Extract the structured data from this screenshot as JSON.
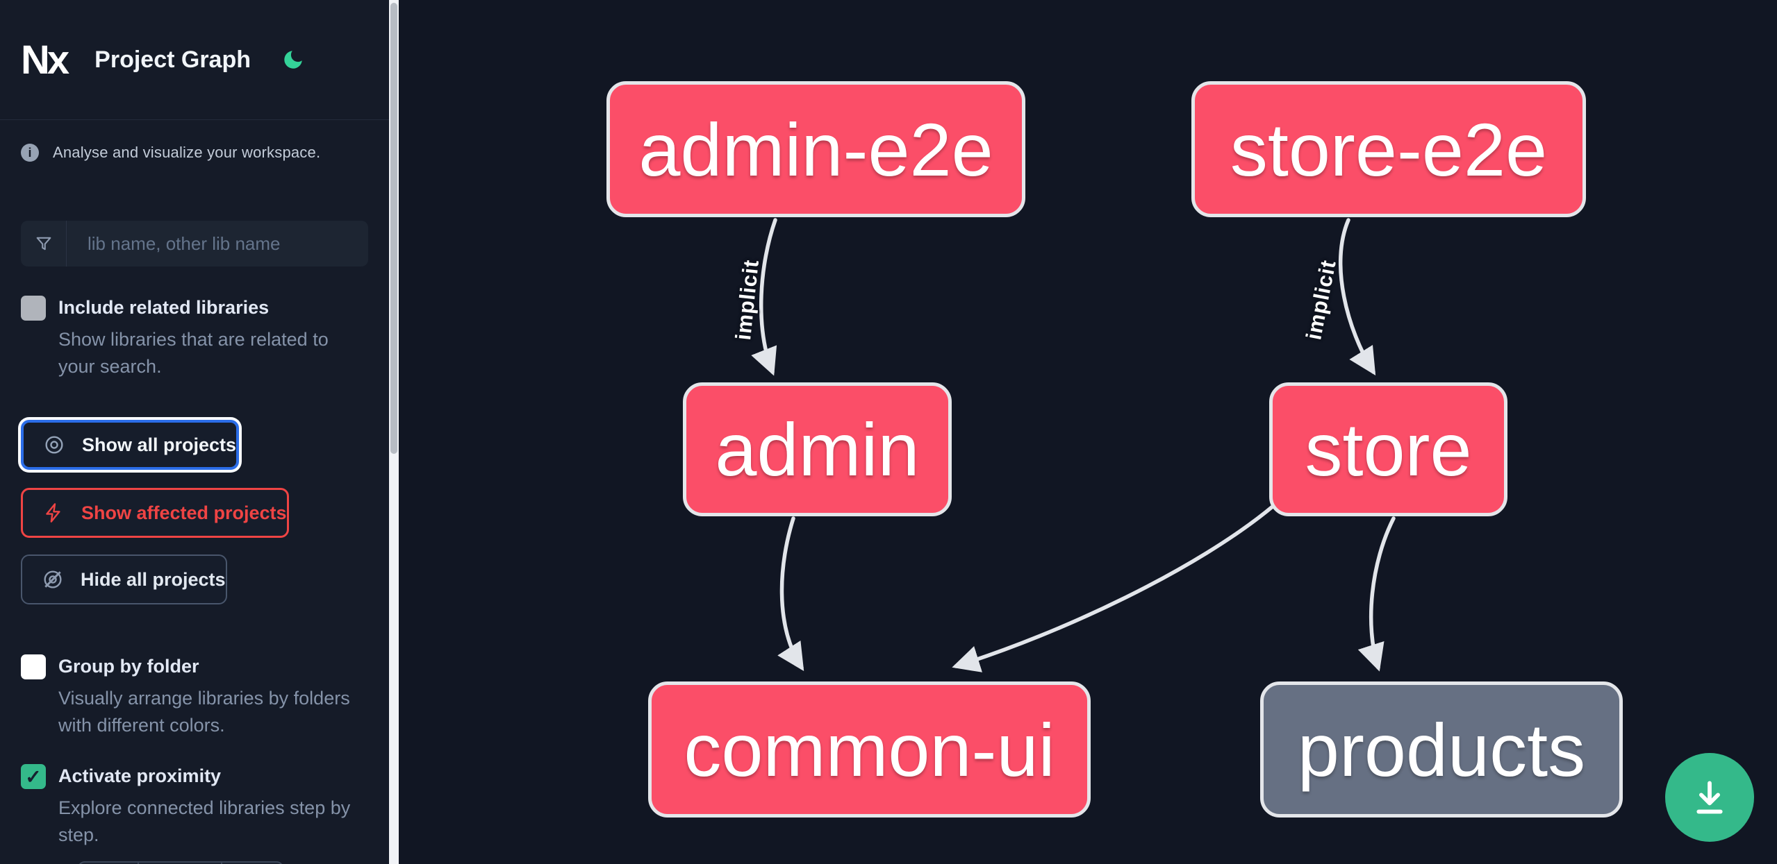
{
  "header": {
    "logo_text": "Nx",
    "title": "Project Graph",
    "theme_icon": "moon-icon"
  },
  "sidebar": {
    "tagline": "Analyse and visualize your workspace.",
    "info_icon_glyph": "i",
    "search": {
      "placeholder": "lib name, other lib name",
      "value": "",
      "icon": "funnel-icon"
    },
    "checkboxes": [
      {
        "label": "Include related libraries",
        "description": "Show libraries that are related to your search.",
        "checked": false
      },
      {
        "label": "Group by folder",
        "description": "Visually arrange libraries by folders with different colors.",
        "checked": false
      },
      {
        "label": "Activate proximity",
        "description": "Explore connected libraries step by step.",
        "checked": true,
        "check_glyph": "✓"
      }
    ],
    "buttons": [
      {
        "label": "Show all projects",
        "icon": "eye-icon",
        "state": "focused"
      },
      {
        "label": "Show affected projects",
        "icon": "bolt-icon",
        "state": "affected"
      },
      {
        "label": "Hide all projects",
        "icon": "eye-off-icon",
        "state": "default"
      }
    ]
  },
  "graph": {
    "nodes": [
      {
        "id": "admin-e2e",
        "label": "admin-e2e",
        "type": "app-affected"
      },
      {
        "id": "store-e2e",
        "label": "store-e2e",
        "type": "app-affected"
      },
      {
        "id": "admin",
        "label": "admin",
        "type": "app-affected"
      },
      {
        "id": "store",
        "label": "store",
        "type": "app-affected"
      },
      {
        "id": "common-ui",
        "label": "common-ui",
        "type": "lib-affected"
      },
      {
        "id": "products",
        "label": "products",
        "type": "lib-unaffected"
      }
    ],
    "edges": [
      {
        "from": "admin-e2e",
        "to": "admin",
        "label": "implicit"
      },
      {
        "from": "store-e2e",
        "to": "store",
        "label": "implicit"
      },
      {
        "from": "admin",
        "to": "common-ui",
        "label": ""
      },
      {
        "from": "store",
        "to": "common-ui",
        "label": ""
      },
      {
        "from": "store",
        "to": "products",
        "label": ""
      }
    ],
    "fab_icon": "download-icon"
  },
  "colors": {
    "sidebar_bg": "#151b28",
    "canvas_bg": "#111623",
    "node_affected": "#fb4e68",
    "node_unaffected": "#667083",
    "node_border": "#e4e6ea",
    "edge": "#e2e5ea",
    "accent_green": "#34b98a",
    "moon_green": "#34d399",
    "focus_blue": "#2b6de8",
    "affected_red": "#ef4444"
  }
}
